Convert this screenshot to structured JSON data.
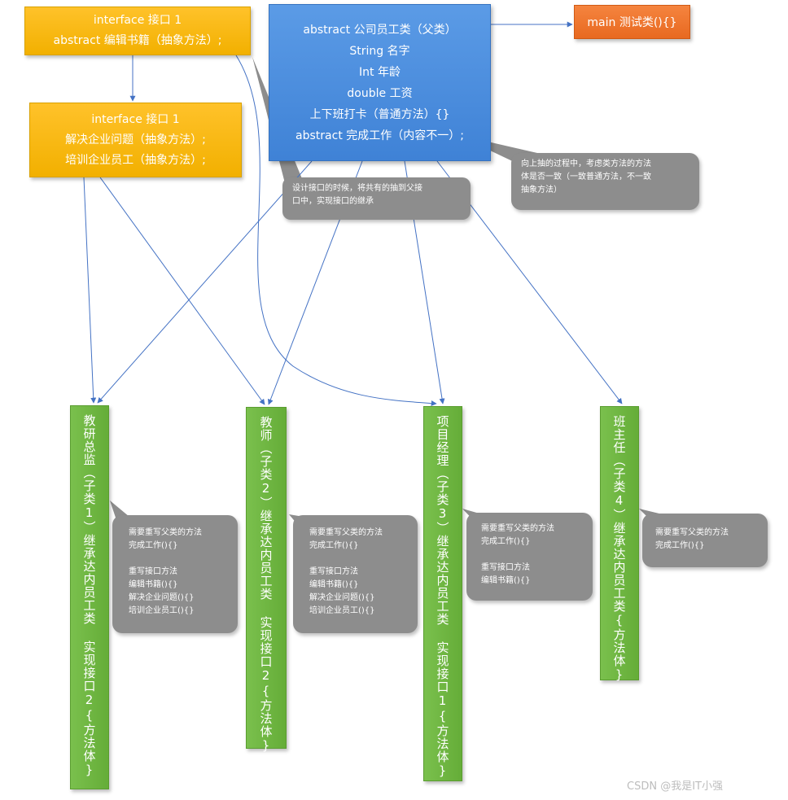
{
  "interface1": {
    "lines": [
      "interface 接口 1",
      "abstract 编辑书籍（抽象方法）;"
    ]
  },
  "interface2": {
    "lines": [
      "interface 接口 1",
      "解决企业问题（抽象方法）;",
      "培训企业员工（抽象方法）;"
    ]
  },
  "parent": {
    "lines": [
      "abstract 公司员工类（父类）",
      "String  名字",
      "Int  年龄",
      "double  工资",
      "上下班打卡（普通方法）{}",
      "abstract 完成工作（内容不一）;"
    ]
  },
  "main": {
    "label": "main 测试类(){}"
  },
  "notes": {
    "design": {
      "lines": [
        "设计接口的时候，将共有的抽到父接",
        "口中，实现接口的继承"
      ]
    },
    "abstraction": {
      "lines": [
        "向上抽的过程中，考虑类方法的方法",
        "体是否一致（一致普通方法，不一致",
        "抽象方法）"
      ]
    },
    "sub1": {
      "lines": [
        "需要重写父类的方法",
        "完成工作(){}",
        "",
        "重写接口方法",
        "编辑书籍(){}",
        "解决企业问题(){}",
        "培训企业员工(){}"
      ]
    },
    "sub2": {
      "lines": [
        "需要重写父类的方法",
        "完成工作(){}",
        "",
        "重写接口方法",
        "编辑书籍(){}",
        "解决企业问题(){}",
        "培训企业员工(){}"
      ]
    },
    "sub3": {
      "lines": [
        "需要重写父类的方法",
        "完成工作(){}",
        "",
        "重写接口方法",
        "编辑书籍(){}"
      ]
    },
    "sub4": {
      "lines": [
        "需要重写父类的方法",
        "完成工作(){}"
      ]
    }
  },
  "subclasses": [
    {
      "label": "教研总监（子类1）继承达内员工类 实现接口2{方法体}"
    },
    {
      "label": "教师（子类2）继承达内员工类 实现接口2{方法体}"
    },
    {
      "label": "项目经理（子类3）继承达内员工类 实现接口1{方法体}"
    },
    {
      "label": "班主任（子类4）继承达内员工类{方法体}"
    }
  ],
  "watermark": "CSDN @我是IT小强",
  "colors": {
    "interface": "#ffc000",
    "abstract": "#4a8ed9",
    "main": "#ed7128",
    "subclass": "#70b544",
    "note": "#8d8d8d",
    "arrow": "#4472c4"
  }
}
